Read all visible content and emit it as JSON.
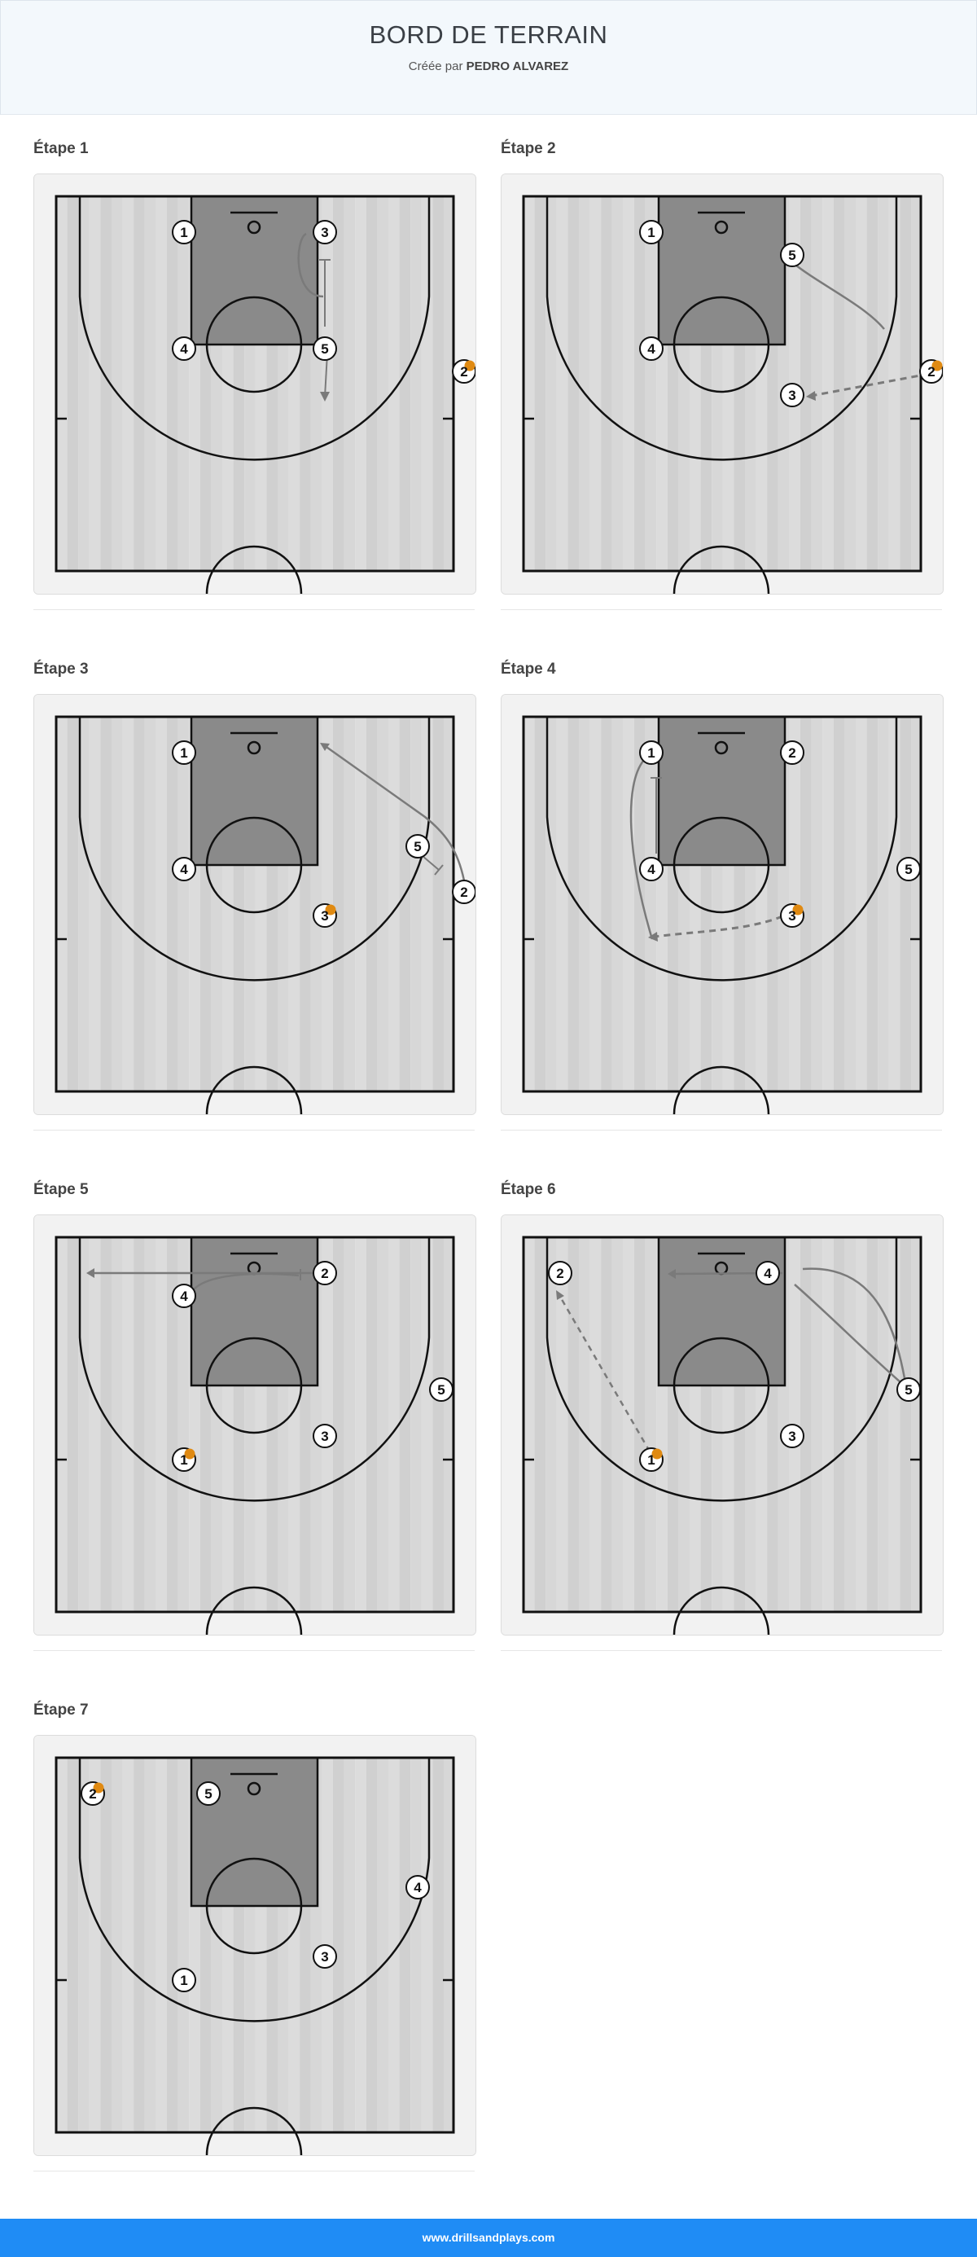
{
  "header": {
    "title": "BORD DE TERRAIN",
    "subtitle_prefix": "Créée par",
    "author": "PEDRO ALVAREZ"
  },
  "footer": {
    "url": "www.drillsandplays.com"
  },
  "colors": {
    "ball": "#e08a12",
    "paint": "#8a8a8a",
    "footer": "#1f8cf5",
    "move_line": "#7a7a7a"
  },
  "steps": [
    {
      "label": "Étape 1"
    },
    {
      "label": "Étape 2"
    },
    {
      "label": "Étape 3"
    },
    {
      "label": "Étape 4"
    },
    {
      "label": "Étape 5"
    },
    {
      "label": "Étape 6"
    },
    {
      "label": "Étape 7"
    }
  ],
  "player_numbers": [
    "1",
    "2",
    "3",
    "4",
    "5"
  ]
}
